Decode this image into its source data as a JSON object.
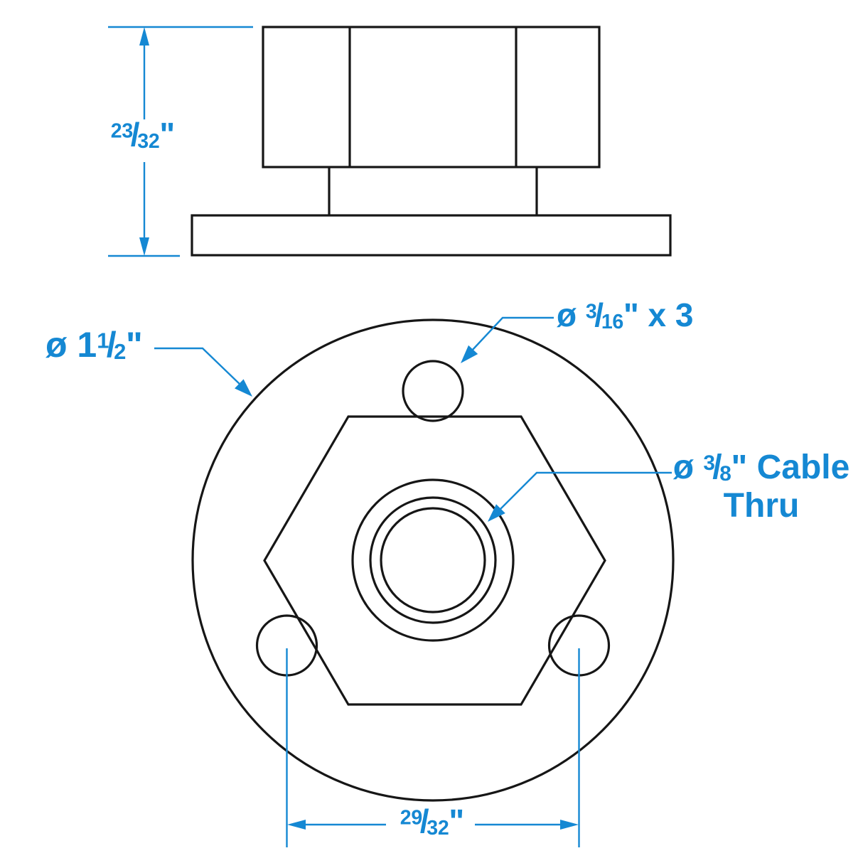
{
  "colors": {
    "line_black": "#161616",
    "dimension_blue": "#1588d3",
    "background": "#ffffff"
  },
  "glyphs": {
    "slash": "/",
    "diameter_symbol": "ø"
  },
  "labels": {
    "height_dim": {
      "num": "23",
      "den": "32",
      "suffix": "\""
    },
    "overall_dia": {
      "prefix": "ø 1",
      "num": "1",
      "den": "2",
      "suffix": "\""
    },
    "hole_dia": {
      "prefix": "ø ",
      "num": "3",
      "den": "16",
      "suffix": "\" x 3"
    },
    "cable_dia": {
      "prefix": "ø ",
      "num": "3",
      "den": "8",
      "suffix": "\" Cable",
      "line2": "Thru"
    },
    "width_dim": {
      "num": "29",
      "den": "32",
      "suffix": "\""
    }
  }
}
